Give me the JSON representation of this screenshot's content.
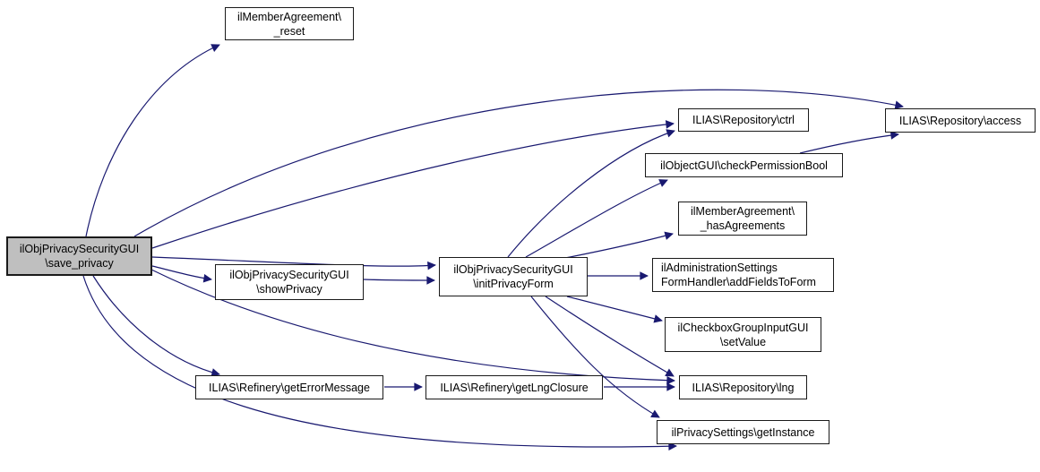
{
  "graph": {
    "type": "call-graph",
    "background": "#ffffff",
    "edge_color": "#191970",
    "node_fill": "#ffffff",
    "node_border_color": "#1a1a1a",
    "highlighted_node_fill": "#bfbfbf",
    "nodes": [
      {
        "id": "member-agreement-reset",
        "line1": "ilMemberAgreement\\",
        "line2": "_reset",
        "highlighted": false
      },
      {
        "id": "save-privacy",
        "line1": "ilObjPrivacySecurityGUI",
        "line2": "\\save_privacy",
        "highlighted": true
      },
      {
        "id": "show-privacy",
        "line1": "ilObjPrivacySecurityGUI",
        "line2": "\\showPrivacy",
        "highlighted": false
      },
      {
        "id": "init-privacy-form",
        "line1": "ilObjPrivacySecurityGUI",
        "line2": "\\initPrivacyForm",
        "highlighted": false
      },
      {
        "id": "repository-ctrl",
        "line1": "ILIAS\\Repository\\ctrl",
        "line2": "",
        "highlighted": false
      },
      {
        "id": "check-permission-bool",
        "line1": "ilObjectGUI\\checkPermissionBool",
        "line2": "",
        "highlighted": false
      },
      {
        "id": "repository-access",
        "line1": "ILIAS\\Repository\\access",
        "line2": "",
        "highlighted": false
      },
      {
        "id": "member-agreement-has-agreements",
        "line1": "ilMemberAgreement\\",
        "line2": "_hasAgreements",
        "highlighted": false
      },
      {
        "id": "add-fields-to-form",
        "line1": "ilAdministrationSettings",
        "line2": "FormHandler\\addFieldsToForm",
        "highlighted": false
      },
      {
        "id": "checkbox-group-set-value",
        "line1": "ilCheckboxGroupInputGUI",
        "line2": "\\setValue",
        "highlighted": false
      },
      {
        "id": "refinery-get-error-message",
        "line1": "ILIAS\\Refinery\\getErrorMessage",
        "line2": "",
        "highlighted": false
      },
      {
        "id": "refinery-get-lng-closure",
        "line1": "ILIAS\\Refinery\\getLngClosure",
        "line2": "",
        "highlighted": false
      },
      {
        "id": "repository-lng",
        "line1": "ILIAS\\Repository\\lng",
        "line2": "",
        "highlighted": false
      },
      {
        "id": "privacy-settings-get-instance",
        "line1": "ilPrivacySettings\\getInstance",
        "line2": "",
        "highlighted": false
      }
    ],
    "edges": [
      {
        "from": "save-privacy",
        "to": "member-agreement-reset"
      },
      {
        "from": "save-privacy",
        "to": "repository-access"
      },
      {
        "from": "save-privacy",
        "to": "repository-ctrl"
      },
      {
        "from": "save-privacy",
        "to": "init-privacy-form"
      },
      {
        "from": "save-privacy",
        "to": "show-privacy"
      },
      {
        "from": "save-privacy",
        "to": "refinery-get-error-message"
      },
      {
        "from": "save-privacy",
        "to": "repository-lng"
      },
      {
        "from": "save-privacy",
        "to": "privacy-settings-get-instance"
      },
      {
        "from": "show-privacy",
        "to": "init-privacy-form"
      },
      {
        "from": "init-privacy-form",
        "to": "repository-ctrl"
      },
      {
        "from": "init-privacy-form",
        "to": "check-permission-bool"
      },
      {
        "from": "init-privacy-form",
        "to": "member-agreement-has-agreements"
      },
      {
        "from": "init-privacy-form",
        "to": "add-fields-to-form"
      },
      {
        "from": "init-privacy-form",
        "to": "checkbox-group-set-value"
      },
      {
        "from": "init-privacy-form",
        "to": "repository-lng"
      },
      {
        "from": "init-privacy-form",
        "to": "privacy-settings-get-instance"
      },
      {
        "from": "check-permission-bool",
        "to": "repository-access"
      },
      {
        "from": "refinery-get-error-message",
        "to": "refinery-get-lng-closure"
      },
      {
        "from": "refinery-get-lng-closure",
        "to": "repository-lng"
      }
    ]
  }
}
